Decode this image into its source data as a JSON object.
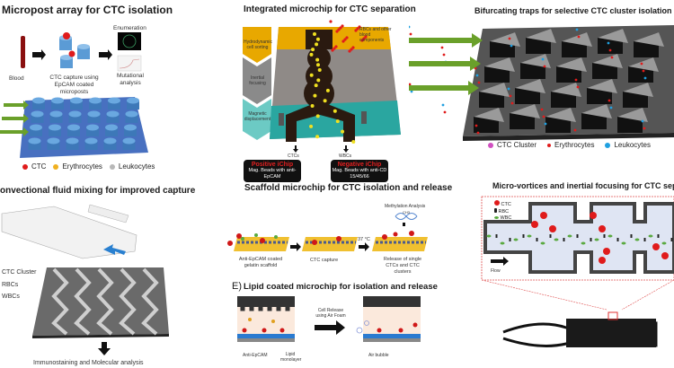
{
  "panels": {
    "micropost": {
      "title": "Micropost array for CTC isolation",
      "steps": [
        "Blood",
        "CTC capture using EpCAM coated microposts",
        "Enumeration",
        "Mutational analysis"
      ],
      "legend": [
        "CTC",
        "Erythrocytes",
        "Leukocytes"
      ]
    },
    "ichip": {
      "title": "Integrated microchip for CTC separation",
      "stages": [
        "Hydrodynamic cell sorting",
        "Inertial focusing",
        "Magnetic displacement"
      ],
      "rbc_label": "RBCs and other blood components",
      "outputs": [
        "CTCs",
        "WBCs"
      ],
      "positive": {
        "name": "Positive iChip",
        "desc": "Mag. Beads with anti-EpCAM"
      },
      "negative": {
        "name": "Negative iChip",
        "desc": "Mag. Beads with anti-CD 15/45/66"
      }
    },
    "bifurcating": {
      "title": "Bifurcating traps for selective CTC cluster isolation",
      "legend": [
        "CTC Cluster",
        "Erythrocytes",
        "Leukocytes"
      ]
    },
    "convection": {
      "title": "onvectional fluid mixing for improved capture",
      "legend": [
        "CTC Cluster",
        "RBCs",
        "WBCs"
      ],
      "result": "Immunostaining and Molecular analysis"
    },
    "scaffold": {
      "title": "Scaffold microchip for CTC isolation and release",
      "steps": [
        "Anti-EpCAM coated gelatin scaffold",
        "CTC capture",
        "Release of single CTCs and CTC clusters"
      ],
      "temperature": "37 °C",
      "analysis": "Methylation Analysis",
      "methyl": "CH3"
    },
    "lipid": {
      "label": "E)",
      "title": "Lipid coated microchip for isolation and release",
      "arrow_label": "Cell Release using Air Foam",
      "legend": [
        "Anti-EpCAM",
        "Lipid monolayer",
        "Air bubble"
      ]
    },
    "vortex": {
      "title": "Micro-vortices and inertial focusing for CTC sepa",
      "legend": [
        "CTC",
        "RBC",
        "WBC"
      ],
      "flow": "Flow"
    }
  },
  "colors": {
    "ctc": "#e01b1b",
    "erythrocyte": "#f0b020",
    "leukocyte": "#b8b8b8",
    "post": "#5b9bd5",
    "arrow_green": "#6aa02a",
    "cluster": "#d050c0",
    "wbc_blue": "#20a0e0",
    "teal": "#40b8b0",
    "gold": "#e8a800"
  }
}
